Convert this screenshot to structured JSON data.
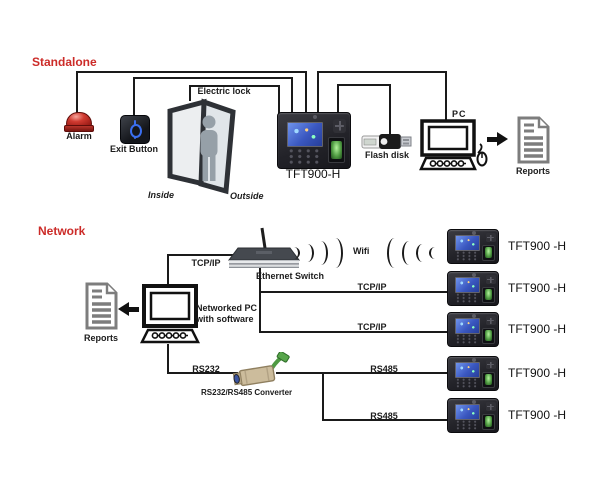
{
  "standalone": {
    "title": "Standalone",
    "alarm_label": "Alarm",
    "exit_button_label": "Exit Button",
    "electric_lock_label": "Electric lock",
    "inside_label": "Inside",
    "outside_label": "Outside",
    "device_label": "TFT900-H",
    "flash_disk_label": "Flash disk",
    "pc_label": "PC",
    "reports_label": "Reports"
  },
  "network": {
    "title": "Network",
    "tcpip_switch_label": "TCP/IP",
    "ethernet_switch_label": "Ethernet Switch",
    "wifi_label": "Wifi",
    "networked_pc_line1": "Networked PC",
    "networked_pc_line2": "with software",
    "reports_label": "Reports",
    "rs232_label": "RS232",
    "converter_label": "RS232/RS485 Converter",
    "rs485_line1_label": "RS485",
    "tcpip_line1_label": "TCP/IP",
    "tcpip_line2_label": "TCP/IP",
    "rs485_line2_label": "RS485",
    "devices": [
      {
        "label": "TFT900 -H"
      },
      {
        "label": "TFT900 -H"
      },
      {
        "label": "TFT900 -H"
      },
      {
        "label": "TFT900 -H"
      },
      {
        "label": "TFT900 -H"
      }
    ]
  },
  "colors": {
    "accent_red": "#cc2b28",
    "wire_black": "#1a1a1a",
    "doc_gray": "#7d7d7d",
    "screen_blue": "#3f6fd6",
    "sensor_green": "#4f9b42",
    "converter_tan": "#ccbc9c"
  }
}
